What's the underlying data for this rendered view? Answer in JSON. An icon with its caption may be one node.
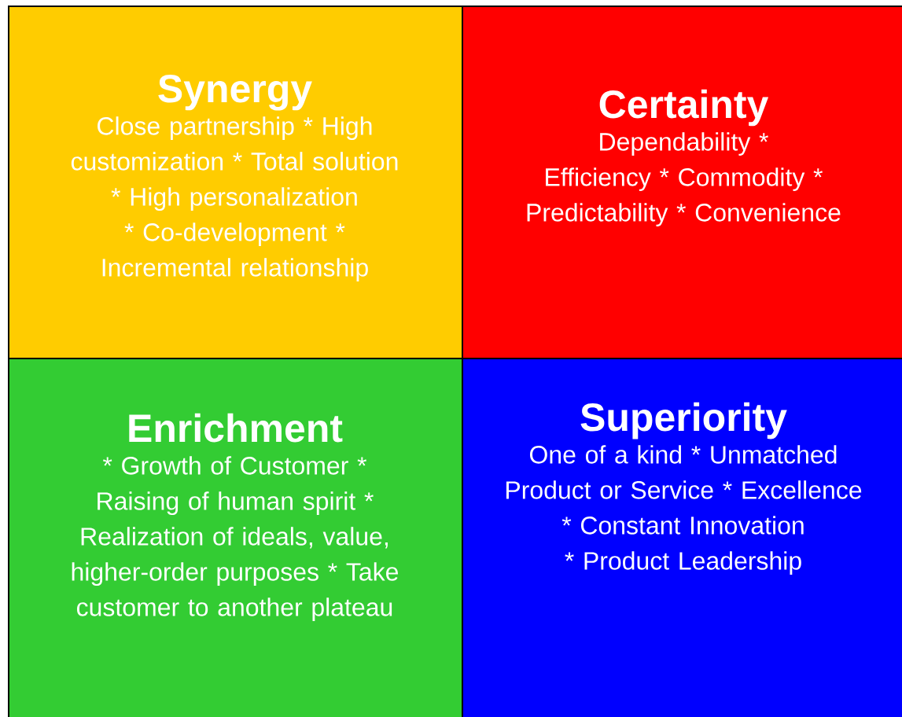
{
  "diagram": {
    "nodes": [
      {
        "text": [
          "Synergy",
          "Close partnership * High customization * Total solution * High personalization * Co-development * Incremental relationship"
        ]
      },
      {
        "text": [
          "Certainty",
          "Dependability * Efficiency * Commodity * Predictability * Convenience"
        ]
      },
      {
        "text": [
          "Enrichment",
          "* Growth of Customer * Raising of human spirit * Realization of ideals, value, higher-order purposes * Take customer to another plateau"
        ]
      },
      {
        "text": [
          "Superiority",
          "One of a kind * Unmatched Product or Service * Excellence * Constant Innovation * Product Leadership"
        ]
      }
    ]
  }
}
